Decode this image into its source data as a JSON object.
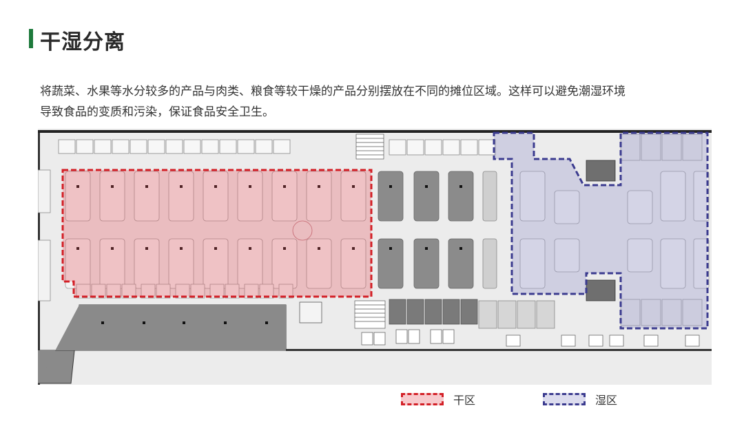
{
  "header": {
    "title": "干湿分离"
  },
  "description": {
    "line1": "将蔬菜、水果等水分较多的产品与肉类、粮食等较干燥的产品分别摆放在不同的摊位区域。这样可以避免潮湿环境",
    "line2": "导致食品的变质和污染，保证食品安全卫生。"
  },
  "legend": {
    "dry": "干区",
    "wet": "湿区"
  },
  "colors": {
    "accent": "#1e7a3c",
    "dry_border": "#d31f26",
    "dry_fill": "#e6505a",
    "wet_border": "#3b3b8f",
    "wet_fill": "#8c8cc8"
  }
}
